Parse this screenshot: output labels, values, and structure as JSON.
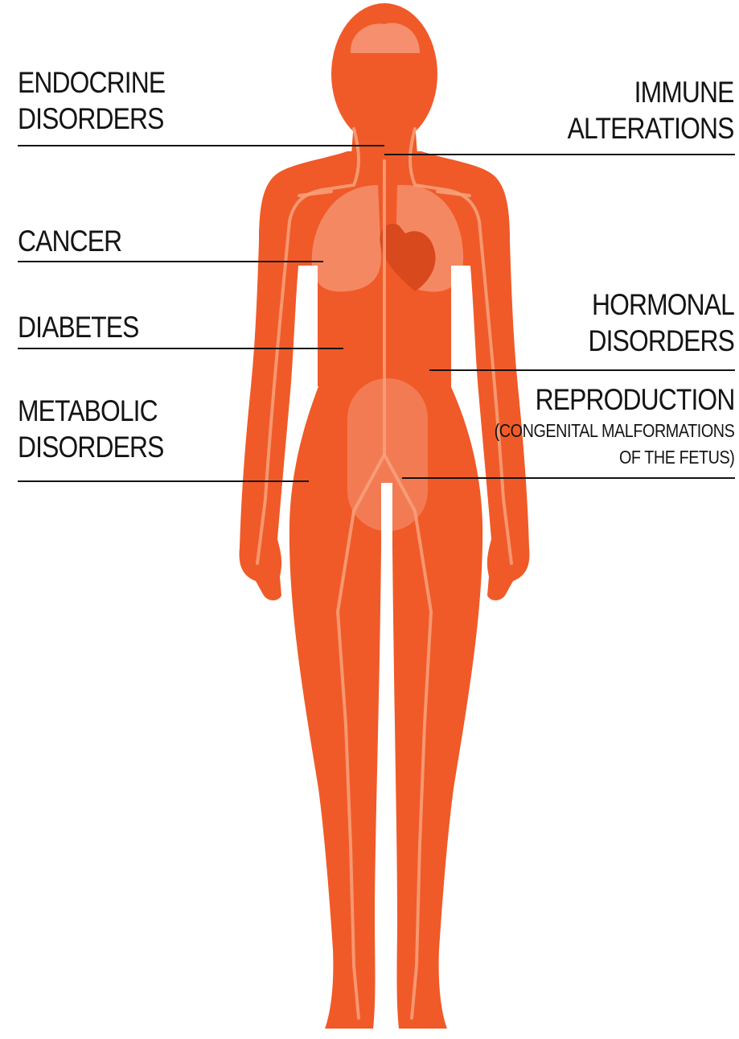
{
  "labels": {
    "endocrine": {
      "line1": "ENDOCRINE",
      "line2": "DISORDERS"
    },
    "immune": {
      "line1": "IMMUNE",
      "line2": "ALTERATIONS"
    },
    "cancer": {
      "line1": "CANCER"
    },
    "diabetes": {
      "line1": "DIABETES"
    },
    "hormonal": {
      "line1": "HORMONAL",
      "line2": "DISORDERS"
    },
    "metabolic": {
      "line1": "METABOLIC",
      "line2": "DISORDERS"
    },
    "reproduction": {
      "line1": "REPRODUCTION",
      "sub1": "(CONGENITAL MALFORMATIONS",
      "sub2": "OF THE FETUS)"
    }
  },
  "colors": {
    "body": "#f05a28",
    "vessels": "#f7a27c",
    "organ_overlay": "#ffffff",
    "heart": "#d84a1e",
    "text": "#141414"
  }
}
